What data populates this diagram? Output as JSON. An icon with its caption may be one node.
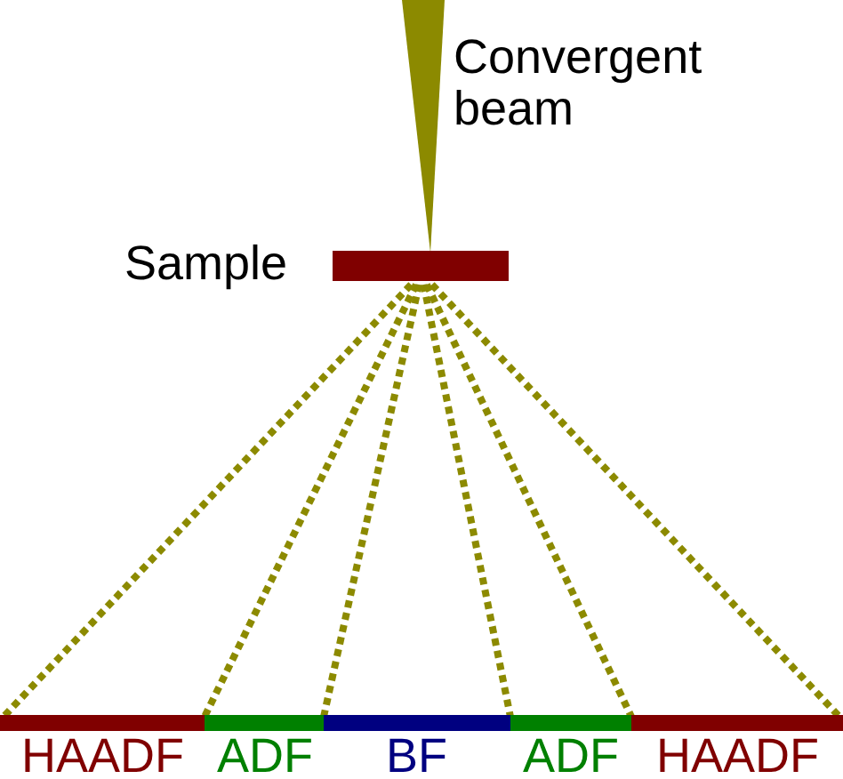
{
  "diagram": {
    "nodes": [
      {
        "text": [
          "Convergent beam"
        ]
      },
      {
        "text": [
          "Sample"
        ]
      },
      {
        "text": [
          "HAADF"
        ]
      },
      {
        "text": [
          "ADF"
        ]
      },
      {
        "text": [
          "BF"
        ]
      },
      {
        "text": [
          "ADF"
        ]
      },
      {
        "text": [
          "HAADF"
        ]
      }
    ]
  }
}
